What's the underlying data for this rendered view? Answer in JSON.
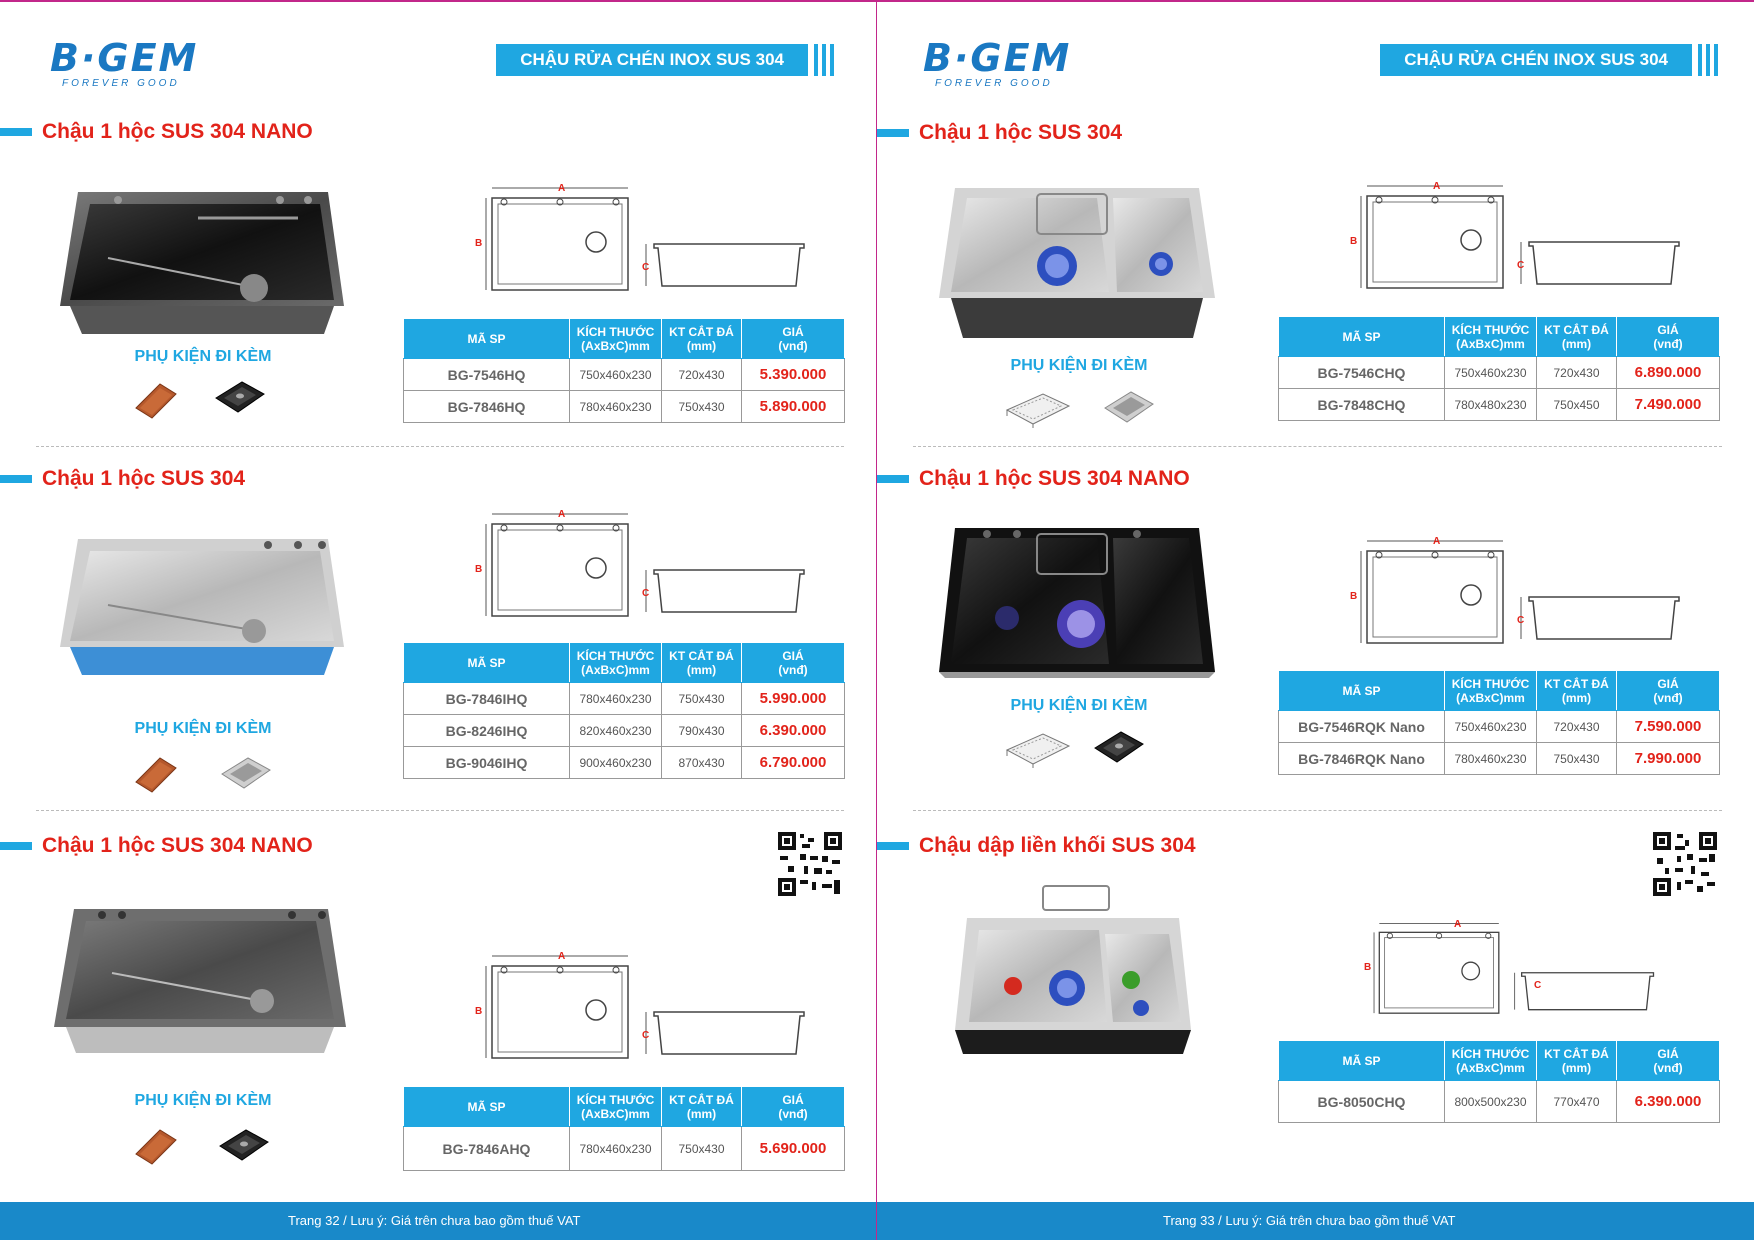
{
  "brand": {
    "logo_text": "B·GEM",
    "tagline": "FOREVER GOOD"
  },
  "header_title": "CHẬU RỬA  CHÉN  INOX SUS 304",
  "table_headers": {
    "code": "MÃ SP",
    "size_l1": "KÍCH THƯỚC",
    "size_l2": "(AxBxC)mm",
    "cut_l1": "KT CẮT ĐÁ",
    "cut_l2": "(mm)",
    "price_l1": "GIÁ",
    "price_l2": "(vnđ)"
  },
  "accessory_label": "PHỤ KIỆN ĐI KÈM",
  "diagram_labels": {
    "a": "A",
    "b": "B",
    "c": "C"
  },
  "left_page": {
    "footer": "Trang 32 / Lưu ý: Giá trên chưa bao gồm thuế VAT",
    "sections": [
      {
        "title": "Chậu 1 hộc SUS 304 NANO",
        "rows": [
          {
            "code": "BG-7546HQ",
            "size": "750x460x230",
            "cut": "720x430",
            "price": "5.390.000"
          },
          {
            "code": "BG-7846HQ",
            "size": "780x460x230",
            "cut": "750x430",
            "price": "5.890.000"
          }
        ]
      },
      {
        "title": "Chậu 1 hộc SUS 304",
        "rows": [
          {
            "code": "BG-7846IHQ",
            "size": "780x460x230",
            "cut": "750x430",
            "price": "5.990.000"
          },
          {
            "code": "BG-8246IHQ",
            "size": "820x460x230",
            "cut": "790x430",
            "price": "6.390.000"
          },
          {
            "code": "BG-9046IHQ",
            "size": "900x460x230",
            "cut": "870x430",
            "price": "6.790.000"
          }
        ]
      },
      {
        "title": "Chậu 1 hộc SUS 304 NANO",
        "rows": [
          {
            "code": "BG-7846AHQ",
            "size": "780x460x230",
            "cut": "750x430",
            "price": "5.690.000"
          }
        ]
      }
    ]
  },
  "right_page": {
    "footer": "Trang 33 / Lưu ý: Giá trên chưa bao gồm thuế VAT",
    "sections": [
      {
        "title": "Chậu 1 hộc SUS 304",
        "rows": [
          {
            "code": "BG-7546CHQ",
            "size": "750x460x230",
            "cut": "720x430",
            "price": "6.890.000"
          },
          {
            "code": "BG-7848CHQ",
            "size": "780x480x230",
            "cut": "750x450",
            "price": "7.490.000"
          }
        ]
      },
      {
        "title": "Chậu 1 hộc SUS 304 NANO",
        "rows": [
          {
            "code": "BG-7546RQK Nano",
            "size": "750x460x230",
            "cut": "720x430",
            "price": "7.590.000"
          },
          {
            "code": "BG-7846RQK Nano",
            "size": "780x460x230",
            "cut": "750x430",
            "price": "7.990.000"
          }
        ]
      },
      {
        "title": "Chậu dập liền khối SUS 304",
        "rows": [
          {
            "code": "BG-8050CHQ",
            "size": "800x500x230",
            "cut": "770x470",
            "price": "6.390.000"
          }
        ]
      }
    ]
  },
  "colors": {
    "accent": "#1fa7e1",
    "title_red": "#e2231a",
    "footer_blue": "#1989c9",
    "page_border": "#c2278a"
  },
  "icons": [
    "bgem-logo",
    "sink-photo",
    "sink-diagram",
    "cutting-board-icon",
    "drain-tray-icon",
    "wire-basket-icon",
    "qr-code-icon"
  ]
}
